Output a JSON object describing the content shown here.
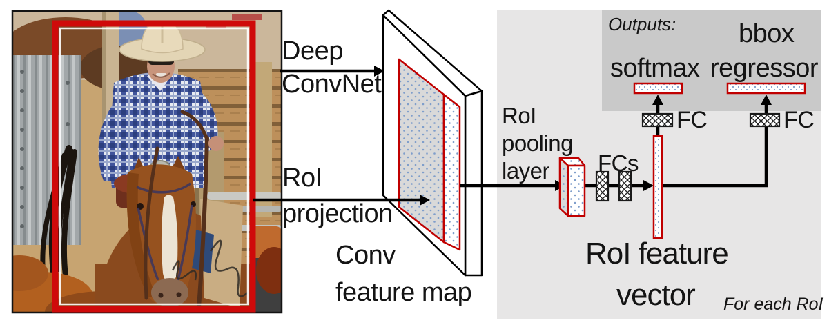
{
  "diagram": {
    "input_arrows": {
      "deep_convnet": {
        "line1": "Deep",
        "line2": "ConvNet"
      },
      "roi_projection": {
        "line1": "RoI",
        "line2": "projection"
      }
    },
    "feature_map_caption": {
      "line1": "Conv",
      "line2": "feature map"
    },
    "roi_pooling": {
      "line1": "RoI",
      "line2": "pooling",
      "line3": "layer"
    },
    "fcs_label": "FCs",
    "roi_feature_vector": {
      "line1": "RoI feature",
      "line2": "vector"
    },
    "outputs_label": "Outputs:",
    "softmax_label": "softmax",
    "bbox_regressor": {
      "line1": "bbox",
      "line2": "regressor"
    },
    "fc_softmax_label": "FC",
    "fc_bbox_label": "FC",
    "for_each_roi_label": "For each RoI"
  },
  "colors": {
    "diagram_red": "#c00000",
    "bbox_red": "#cf0a0a",
    "panel_light": "#e7e6e6",
    "panel_dark": "#c9c9c9",
    "map_gray": "#d9d9d9",
    "dot_blue": "#7f9ecb",
    "arrow_black": "#000000",
    "text_black": "#141414"
  }
}
